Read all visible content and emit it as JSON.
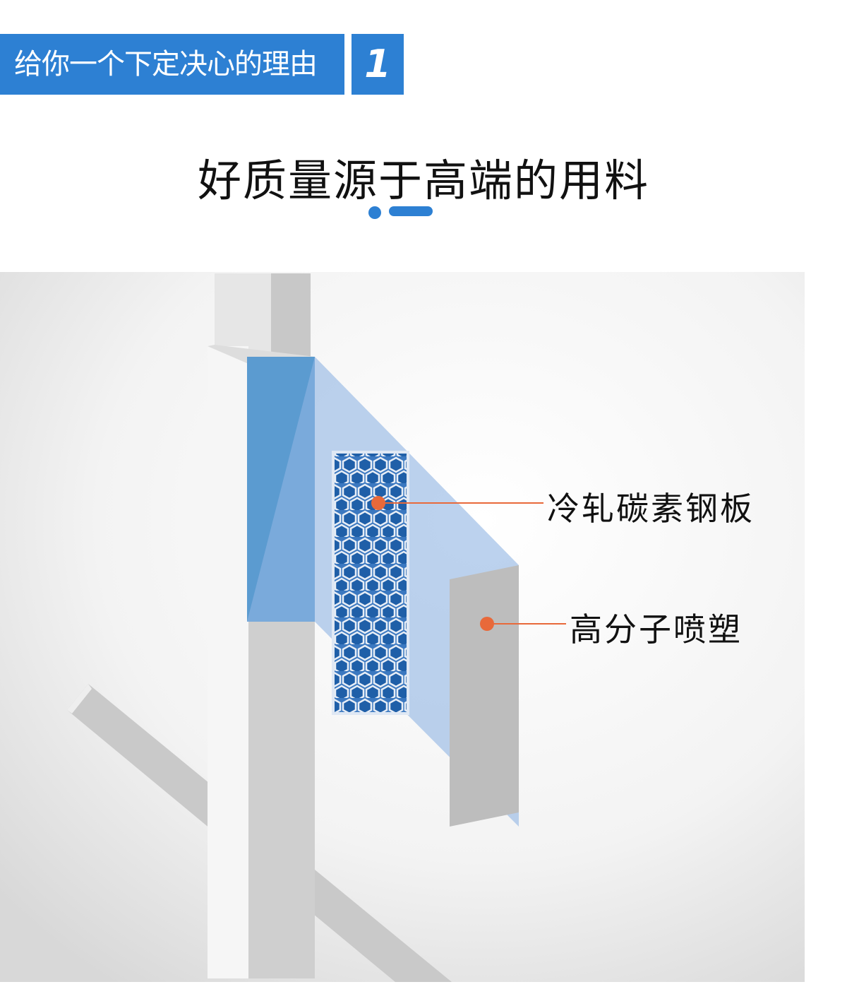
{
  "banner": {
    "text": "给你一个下定决心的理由",
    "number": "1"
  },
  "title": "好质量源于高端的用料",
  "labels": {
    "steel": "冷轧碳素钢板",
    "coating": "高分子喷塑"
  },
  "colors": {
    "accent": "#2d80d3",
    "marker": "#e8693a"
  }
}
